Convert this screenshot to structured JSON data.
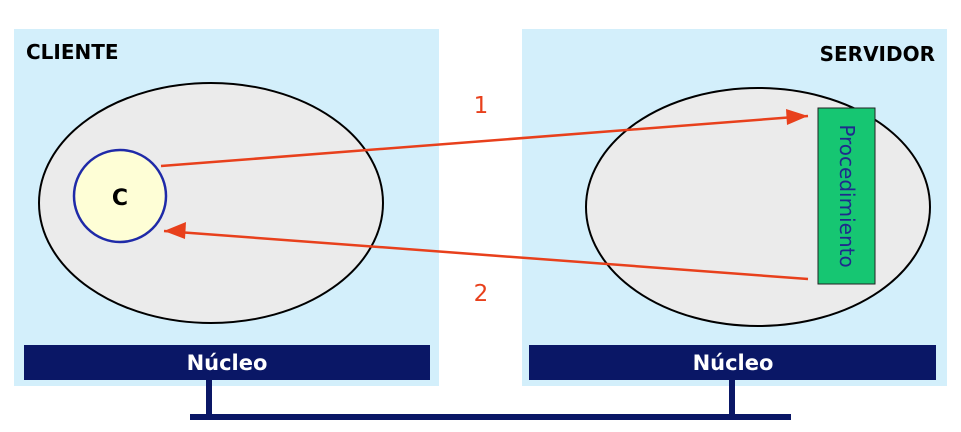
{
  "client": {
    "title": "CLIENTE",
    "process_label": "C",
    "kernel_label": "Núcleo"
  },
  "server": {
    "title": "SERVIDOR",
    "procedure_label": "Procedimiento",
    "kernel_label": "Núcleo"
  },
  "messages": {
    "request_number": "1",
    "reply_number": "2"
  },
  "colors": {
    "box_background": "#d3effb",
    "ellipse_fill": "#ebebeb",
    "kernel_bar": "#0a1766",
    "arrow": "#e8401c",
    "procedure_box": "#16c672",
    "client_circle_fill": "#fefed6",
    "client_circle_stroke": "#1f2aa8"
  }
}
